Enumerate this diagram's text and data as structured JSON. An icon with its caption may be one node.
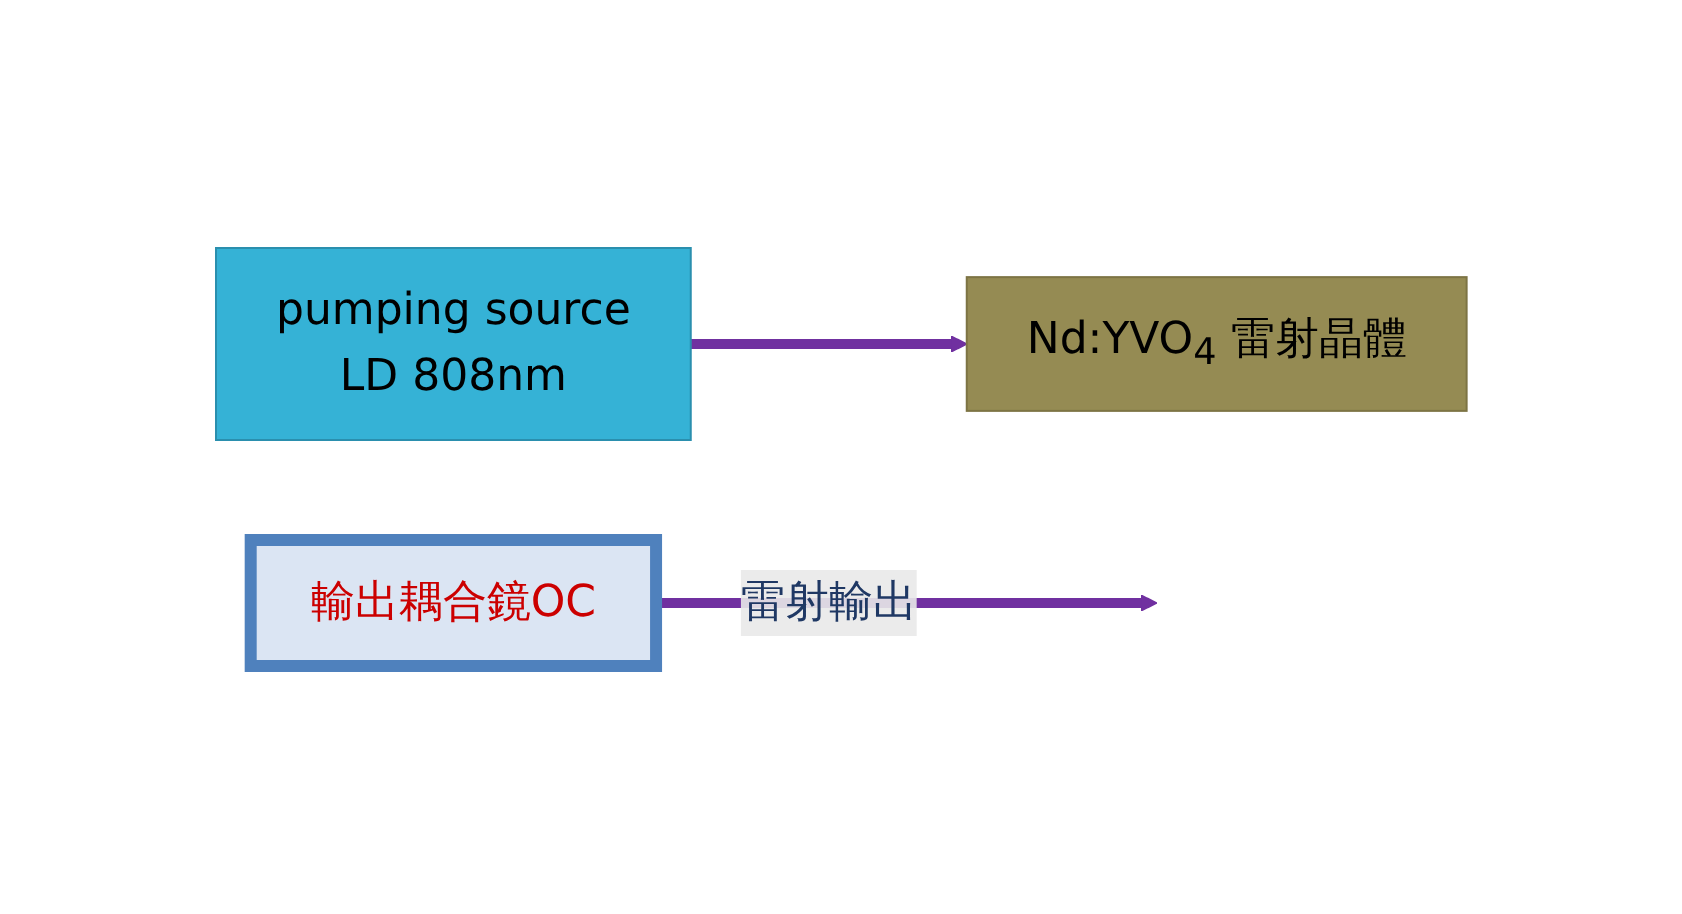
{
  "diagram": {
    "nodes": [
      {
        "text": [
          "pumping source",
          "LD 808nm"
        ]
      },
      {
        "text": [
          "Nd:YVO$_{4}$ 雷射晶體"
        ]
      },
      {
        "text": [
          "輸出耦合鏡OC"
        ]
      }
    ],
    "edges": [
      {
        "from": 0,
        "to": 1,
        "arrow": "to"
      },
      {
        "from": 2,
        "to": null,
        "arrow": "to",
        "label": "雷射輸出"
      }
    ]
  }
}
